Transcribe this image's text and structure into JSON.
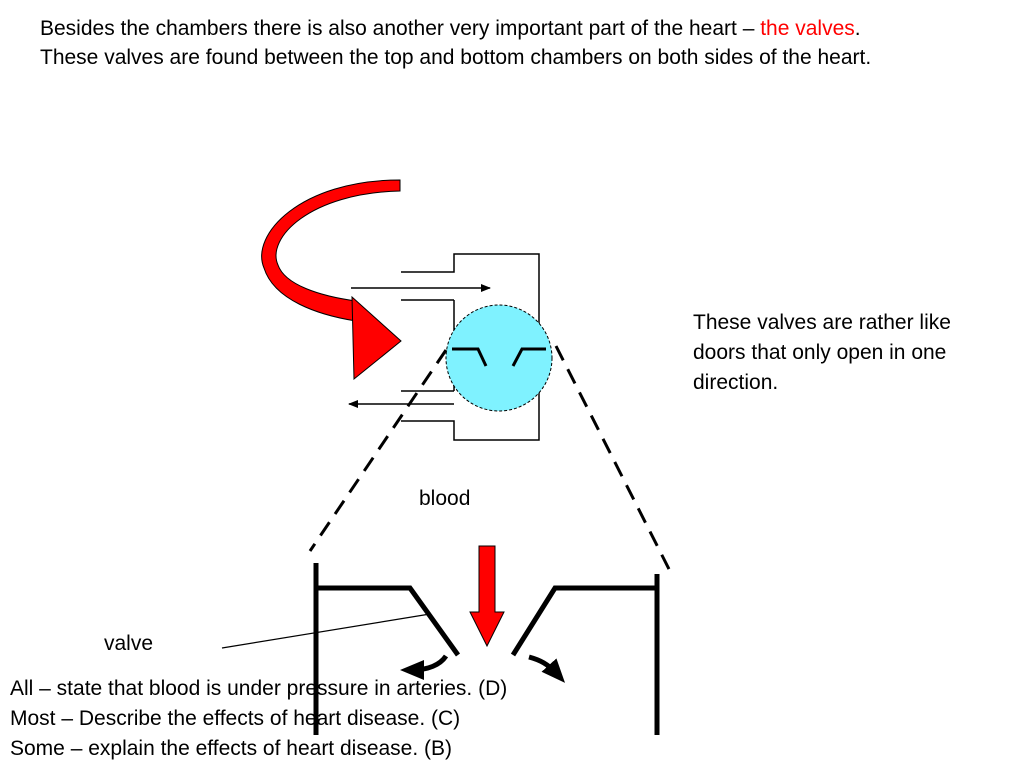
{
  "intro": {
    "before_highlight": "Besides the chambers there is also another very important part of the heart – ",
    "highlight": "the valves",
    "after_highlight": ".  These valves are found between the top and bottom chambers on both sides of the heart."
  },
  "side_note": "These valves are rather like doors that only open in one direction.",
  "diagram": {
    "blood_label": "blood",
    "valve_label": "valve"
  },
  "objectives": [
    "All – state that blood is under pressure in arteries. (D)",
    "Most – Describe the effects of heart disease. (C)",
    "Some – explain the effects of heart disease. (B)"
  ],
  "colors": {
    "highlight": "#ff0000",
    "curved_arrow": "#ff0000",
    "blood_arrow": "#ff0000",
    "valve_zoom_circle": "#7ff2ff",
    "ink": "#000000"
  }
}
